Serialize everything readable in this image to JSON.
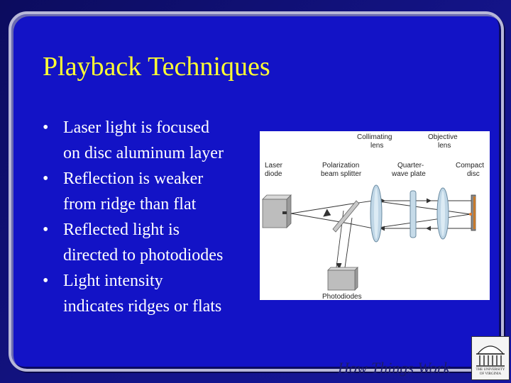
{
  "slide": {
    "title": "Playback Techniques",
    "bullets": [
      {
        "line1": "Laser light is focused",
        "line2": "on disc aluminum layer"
      },
      {
        "line1": "Reflection is weaker",
        "line2": "from ridge than flat"
      },
      {
        "line1": "Reflected light is",
        "line2": "directed to photodiodes"
      },
      {
        "line1": "Light intensity",
        "line2": "indicates ridges or flats"
      }
    ],
    "bullet_glyph": "•"
  },
  "diagram": {
    "labels": {
      "collimating_1": "Collimating",
      "collimating_2": "lens",
      "objective_1": "Objective",
      "objective_2": "lens",
      "laser_1": "Laser",
      "laser_2": "diode",
      "polarization_1": "Polarization",
      "polarization_2": "beam splitter",
      "quarter_1": "Quarter-",
      "quarter_2": "wave plate",
      "compact_1": "Compact",
      "compact_2": "disc",
      "photodiodes": "Photodiodes"
    }
  },
  "footer": {
    "brand": "How Things Work",
    "logo_line1": "THE UNIVERSITY",
    "logo_line2": "OF VIRGINIA"
  },
  "colors": {
    "title": "#ffff33",
    "panel": "#1313c6",
    "text": "#ffffff",
    "laser": "#e07a2a"
  }
}
